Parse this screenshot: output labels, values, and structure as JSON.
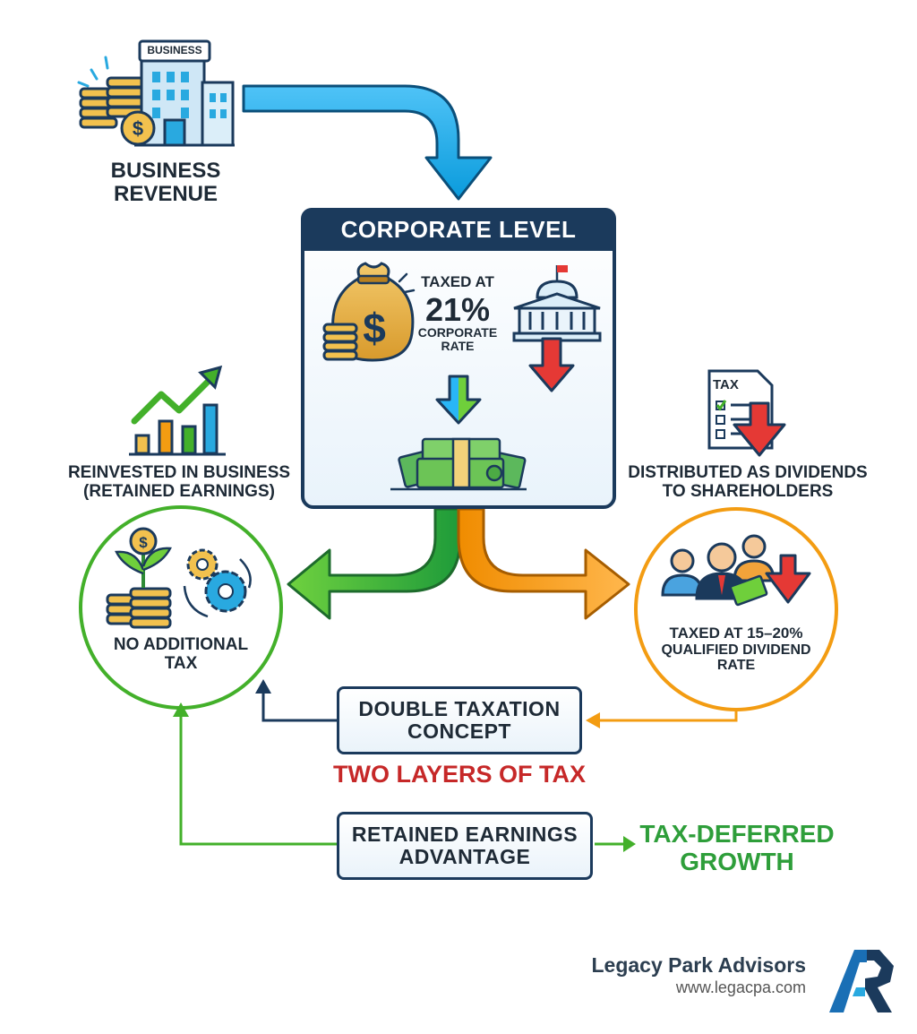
{
  "revenue": {
    "sign": "BUSINESS",
    "label_line1": "BUSINESS",
    "label_line2": "REVENUE"
  },
  "corporate": {
    "title": "CORPORATE LEVEL",
    "taxed_at": "TAXED AT",
    "rate": "21%",
    "rate_line1": "CORPORATE",
    "rate_line2": "RATE"
  },
  "left": {
    "heading_line1": "REINVESTED IN BUSINESS",
    "heading_line2": "(RETAINED EARNINGS)",
    "circle_line1": "NO ADDITIONAL",
    "circle_line2": "TAX"
  },
  "right": {
    "tax_doc": "TAX",
    "heading_line1": "DISTRIBUTED AS DIVIDENDS",
    "heading_line2": "TO SHAREHOLDERS",
    "circle_line1": "TAXED AT 15–20%",
    "circle_line2": "QUALIFIED DIVIDEND",
    "circle_line3": "RATE"
  },
  "double_tax": {
    "line1": "DOUBLE TAXATION",
    "line2": "CONCEPT",
    "caption": "TWO LAYERS OF TAX"
  },
  "retained": {
    "line1": "RETAINED EARNINGS",
    "line2": "ADVANTAGE",
    "result_line1": "TAX-DEFERRED",
    "result_line2": "GROWTH"
  },
  "brand": {
    "name": "Legacy Park Advisors",
    "url": "www.legacpa.com"
  },
  "colors": {
    "navy": "#1b3a5c",
    "blue_arrow": "#29b6f6",
    "green": "#43b02a",
    "orange": "#f39c12",
    "red": "#c62828"
  }
}
